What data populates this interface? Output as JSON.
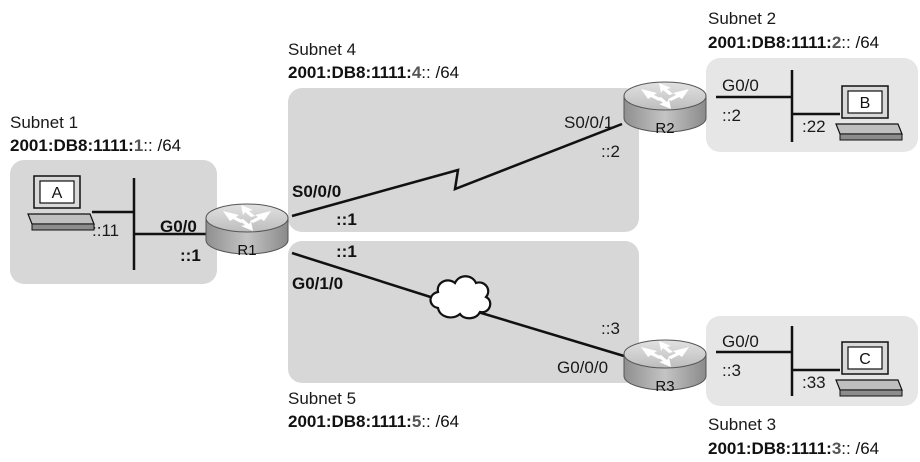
{
  "colors": {
    "subnet_fill": "#d6d6d6",
    "subnet_fill_light": "#e4e4e4",
    "router_body": "#b8b8b8",
    "router_top": "#d2d2d2",
    "link": "#111111"
  },
  "subnets": {
    "s1": {
      "name": "Subnet 1",
      "prefix_pre": "2001:DB8:1111:",
      "prefix_id": "1",
      "prefix_post": ":: /64"
    },
    "s2": {
      "name": "Subnet 2",
      "prefix_pre": "2001:DB8:1111:",
      "prefix_id": "2",
      "prefix_post": ":: /64"
    },
    "s3": {
      "name": "Subnet 3",
      "prefix_pre": "2001:DB8:1111:",
      "prefix_id": "3",
      "prefix_post": ":: /64"
    },
    "s4": {
      "name": "Subnet 4",
      "prefix_pre": "2001:DB8:1111:",
      "prefix_id": "4",
      "prefix_post": ":: /64"
    },
    "s5": {
      "name": "Subnet 5",
      "prefix_pre": "2001:DB8:1111:",
      "prefix_id": "5",
      "prefix_post": ":: /64"
    }
  },
  "routers": {
    "r1": "R1",
    "r2": "R2",
    "r3": "R3"
  },
  "hosts": {
    "a": "A",
    "b": "B",
    "c": "C"
  },
  "interfaces": {
    "r1_g00": "G0/0",
    "r1_g00_addr": "::1",
    "r1_s000": "S0/0/0",
    "r1_s000_addr": "::1",
    "r1_g010": "G0/1/0",
    "r1_g010_addr": "::1",
    "r2_s001": "S0/0/1",
    "r2_s001_addr": "::2",
    "r2_g00": "G0/0",
    "r2_g00_addr": "::2",
    "r3_g000": "G0/0/0",
    "r3_g000_addr": "::3",
    "r3_g00": "G0/0",
    "r3_g00_addr": "::3"
  },
  "host_addrs": {
    "a": "::11",
    "b": ":22",
    "c": ":33"
  },
  "icons": {
    "router": "router-icon",
    "pc": "pc-icon",
    "cloud": "cloud-icon",
    "serial": "serial-link-zigzag"
  }
}
